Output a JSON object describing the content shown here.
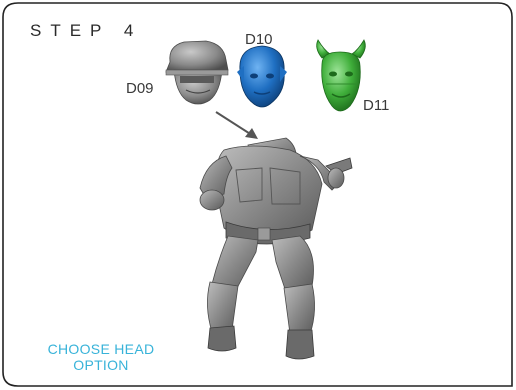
{
  "step": {
    "title": "STEP 4"
  },
  "heads": [
    {
      "id": "D09",
      "label": "D09",
      "color": "#8a8a8a"
    },
    {
      "id": "D10",
      "label": "D10",
      "color": "#1f6fc2"
    },
    {
      "id": "D11",
      "label": "D11",
      "color": "#3fae3a"
    }
  ],
  "caption": {
    "line1": "CHOOSE HEAD",
    "line2": "OPTION"
  },
  "colors": {
    "accent": "#38b3d9",
    "border": "#222222",
    "figure": "#7c7c7c"
  }
}
